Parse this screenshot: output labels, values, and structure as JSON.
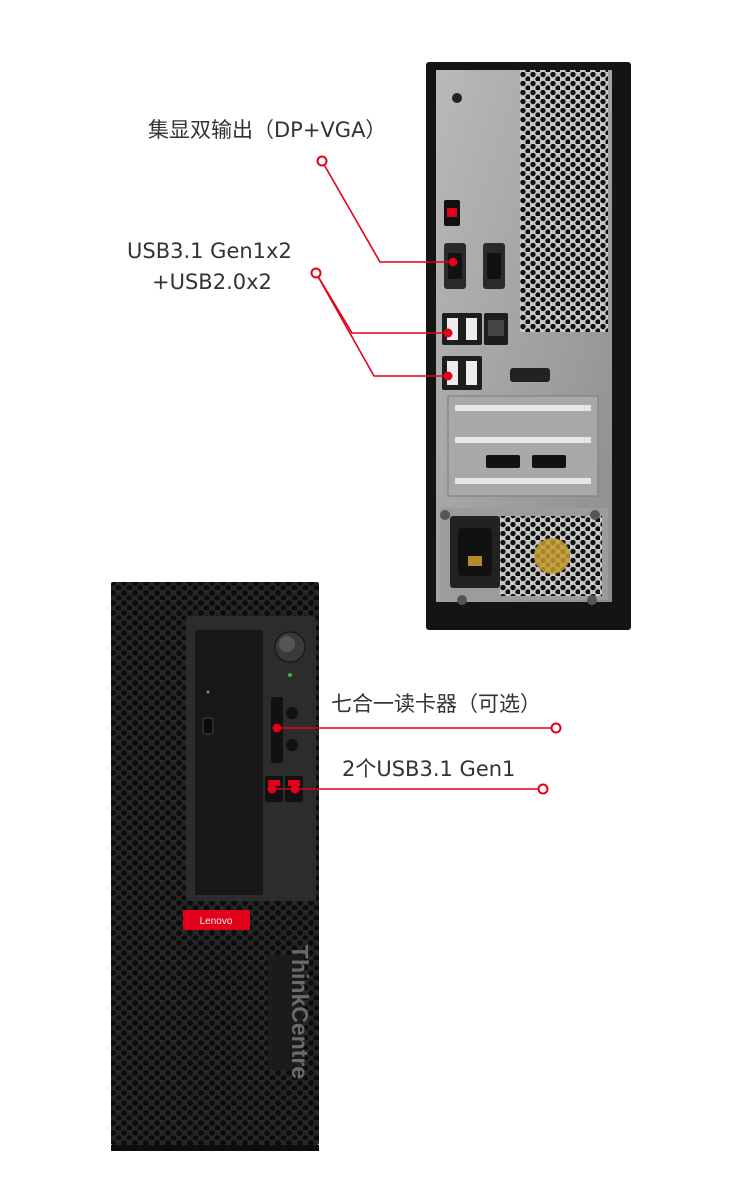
{
  "callouts": {
    "video_output": "集显双输出（DP+VGA）",
    "usb_rear_line1": "USB3.1 Gen1x2",
    "usb_rear_line2": "+USB2.0x2",
    "card_reader": "七合一读卡器（可选）",
    "usb_front": "2个USB3.1 Gen1"
  },
  "product": {
    "brand_badge": "Lenovo",
    "model_name": "ThinkCentre"
  },
  "colors": {
    "accent_red": "#e3001b",
    "chassis_black": "#1b1b1b",
    "panel_grey": "#9a9a9a",
    "background": "#ffffff"
  }
}
